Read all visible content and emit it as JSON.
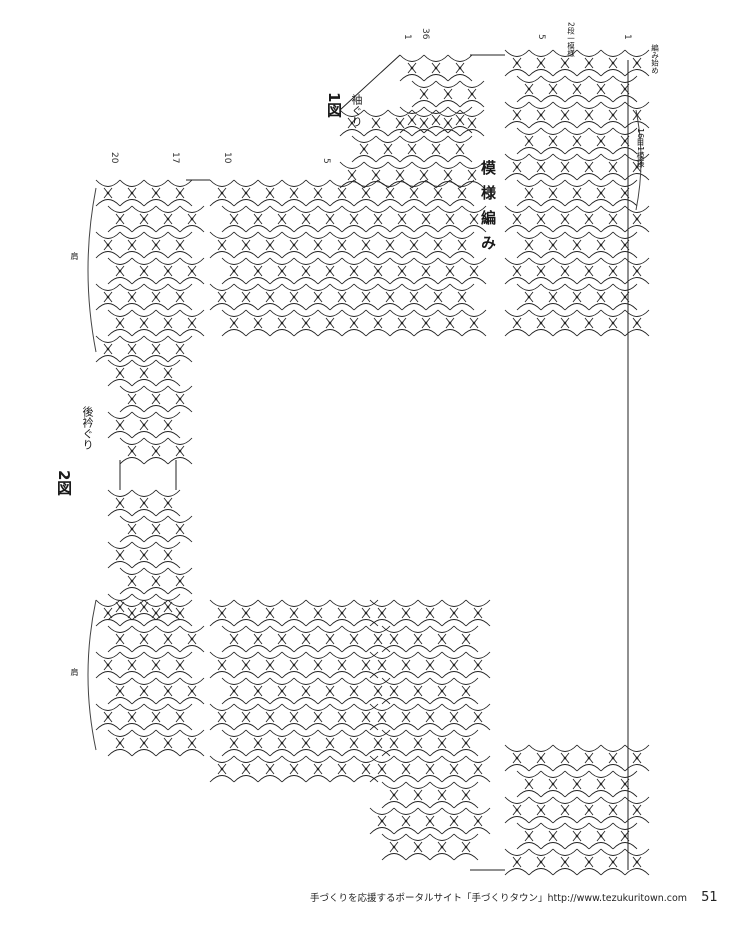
{
  "figure1": {
    "title": "1図",
    "subtitle": "袖ぐり",
    "row_markers": [
      "36",
      "1",
      "5"
    ]
  },
  "figure2": {
    "title": "2図",
    "subtitle": "後衿ぐり",
    "row_markers": [
      "20",
      "17",
      "10",
      "5"
    ],
    "shoulder_label": "肩"
  },
  "stitch_pattern": {
    "label": "模様編み",
    "row_markers": [
      "5",
      "1"
    ],
    "notes": [
      "2段一模様",
      "16目1模様",
      "編み始め"
    ]
  },
  "footer": {
    "site_text": "手づくりを応援するポータルサイト「手づくりタウン」http://www.tezukuritown.com",
    "page_number": "51"
  }
}
